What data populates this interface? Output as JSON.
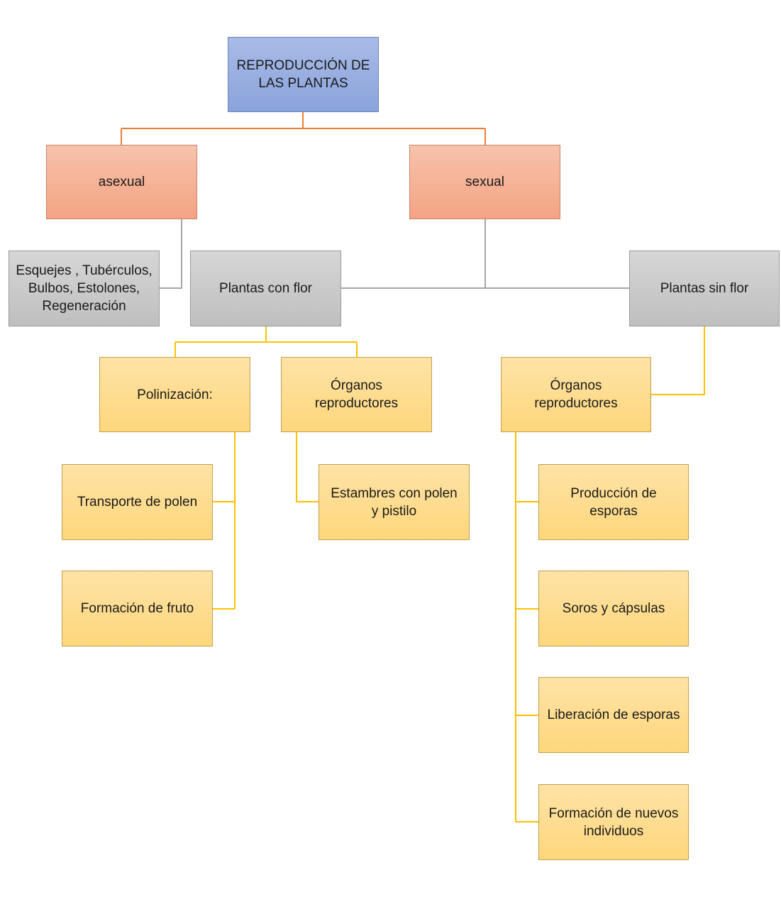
{
  "diagram": {
    "root": "REPRODUCCIÓN DE\nLAS PLANTAS",
    "asexual": "asexual",
    "sexual": "sexual",
    "asexual_methods": "Esquejes , Tubérculos,\nBulbos, Estolones,\nRegeneración",
    "con_flor": "Plantas con flor",
    "sin_flor": "Plantas sin flor",
    "polinizacion": "Polinización:",
    "organos_con_flor": "Órganos\nreproductores",
    "organos_sin_flor": "Órganos\nreproductores",
    "transporte": "Transporte de polen",
    "fruto": "Formación de fruto",
    "estambres": "Estambres con polen\ny pistilo",
    "produccion_esporas": "Producción de\nesporas",
    "soros": "Soros y cápsulas",
    "liberacion": "Liberación de esporas",
    "nuevos_individuos": "Formación de nuevos\nindividuos"
  },
  "colors": {
    "orange_connector": "#ed7d31",
    "gray_connector": "#a5a5a5",
    "yellow_connector": "#ffc000"
  }
}
